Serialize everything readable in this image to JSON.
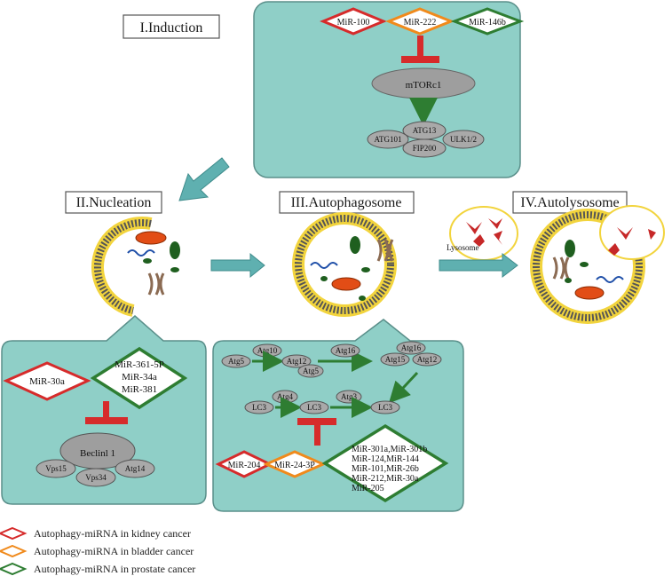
{
  "stages": {
    "induction": "I.Induction",
    "nucleation": "II.Nucleation",
    "autophagosome": "III.Autophagosome",
    "autolysosome": "IV.Autolysosome"
  },
  "induction_panel": {
    "mirs": [
      "MiR-100",
      "MiR-222",
      "MiR-146b"
    ],
    "mtor": "mTORc1",
    "complex": [
      "ATG13",
      "ATG101",
      "ULK1/2",
      "FIP200"
    ]
  },
  "nucleation_panel": {
    "mir_kidney": "MiR-30a",
    "mir_prostate": [
      "MiR-361-5P",
      "MiR-34a",
      "MiR-381"
    ],
    "beclin": "Beclinl 1",
    "complex": [
      "Vps15",
      "Vps34",
      "Atg14"
    ]
  },
  "autophagosome_panel": {
    "row1": [
      "Atg5",
      "Atg10",
      "Atg12",
      "Atg5",
      "Atg16",
      "Atg16",
      "Atg15",
      "Atg12"
    ],
    "row2": [
      "LC3",
      "Atg4",
      "LC3",
      "Atg3",
      "LC3"
    ],
    "mir_kidney": "MiR-204",
    "mir_bladder": "MiR-24-3P",
    "mir_prostate": [
      "MiR-301a,MiR-301b",
      "MiR-124,MiR-144",
      "MiR-101,MiR-26b",
      "MiR-212,MiR-30a",
      "MiR-205"
    ]
  },
  "lysosome_label": "Lysosome",
  "legend": [
    {
      "label": "Autophagy-miRNA in kidney cancer",
      "color": "#d62b2b"
    },
    {
      "label": "Autophagy-miRNA in bladder cancer",
      "color": "#f08a1c"
    },
    {
      "label": "Autophagy-miRNA in prostate cancer",
      "color": "#2e7d32"
    }
  ],
  "colors": {
    "panel": "#8fcfc7",
    "arrow": "#5fb0b0",
    "kidney": "#d62b2b",
    "bladder": "#f08a1c",
    "prostate": "#2e7d32",
    "inhibit": "#d62b2b",
    "node": "#a9a9a9"
  }
}
